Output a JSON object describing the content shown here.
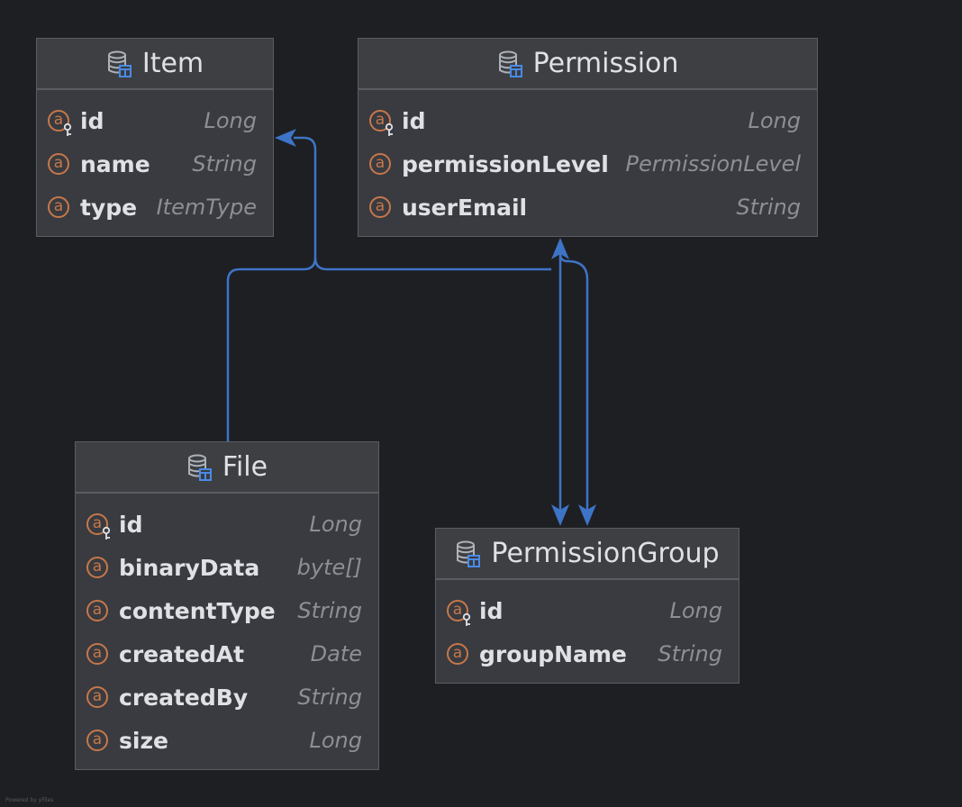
{
  "entities": {
    "item": {
      "name": "Item",
      "fields": [
        {
          "name": "id",
          "type": "Long"
        },
        {
          "name": "name",
          "type": "String"
        },
        {
          "name": "type",
          "type": "ItemType"
        }
      ]
    },
    "permission": {
      "name": "Permission",
      "fields": [
        {
          "name": "id",
          "type": "Long"
        },
        {
          "name": "permissionLevel",
          "type": "PermissionLevel"
        },
        {
          "name": "userEmail",
          "type": "String"
        }
      ]
    },
    "file": {
      "name": "File",
      "fields": [
        {
          "name": "id",
          "type": "Long"
        },
        {
          "name": "binaryData",
          "type": "byte[]"
        },
        {
          "name": "contentType",
          "type": "String"
        },
        {
          "name": "createdAt",
          "type": "Date"
        },
        {
          "name": "createdBy",
          "type": "String"
        },
        {
          "name": "size",
          "type": "Long"
        }
      ]
    },
    "permission_group": {
      "name": "PermissionGroup",
      "fields": [
        {
          "name": "id",
          "type": "Long"
        },
        {
          "name": "groupName",
          "type": "String"
        }
      ]
    }
  },
  "attribute_icon_glyph": "a",
  "footer": "Powered by yFiles",
  "colors": {
    "background": "#1e1f22",
    "entity_body": "#393b40",
    "entity_border": "#5a5d63",
    "attribute_icon": "#c7774a",
    "edge": "#3d74c7",
    "type_text": "#8c8f94",
    "name_text": "#dfe1e5"
  }
}
